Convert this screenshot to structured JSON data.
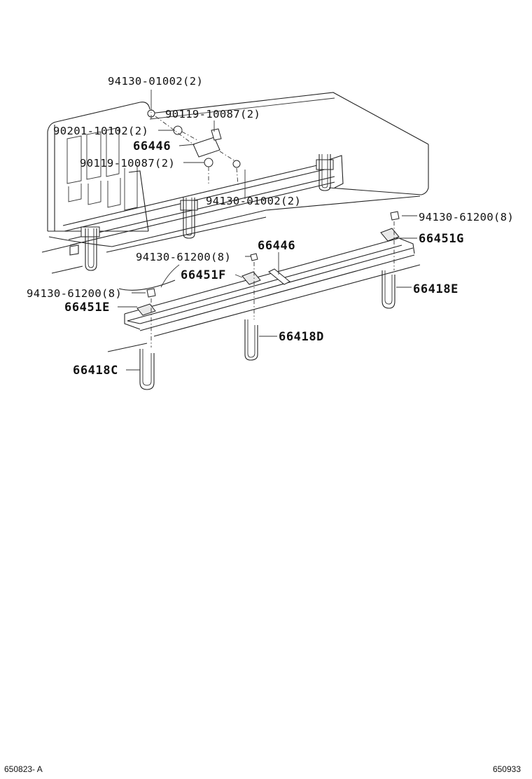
{
  "labels": {
    "nut_top": "94130-01002(2)",
    "bolt_top": "90119-10087(2)",
    "washer": "90201-10102(2)",
    "bracket_upper": "66446",
    "bolt_mid": "90119-10087(2)",
    "nut_mid": "94130-01002(2)",
    "nut_right": "94130-61200(8)",
    "plate_g": "66451G",
    "bracket_lower": "66446",
    "nut_center": "94130-61200(8)",
    "plate_f": "66451F",
    "ubolt_e": "66418E",
    "nut_left": "94130-61200(8)",
    "plate_e": "66451E",
    "ubolt_d": "66418D",
    "ubolt_c": "66418C"
  },
  "footer": {
    "left_code": "650823- A",
    "right_code": "650933"
  }
}
